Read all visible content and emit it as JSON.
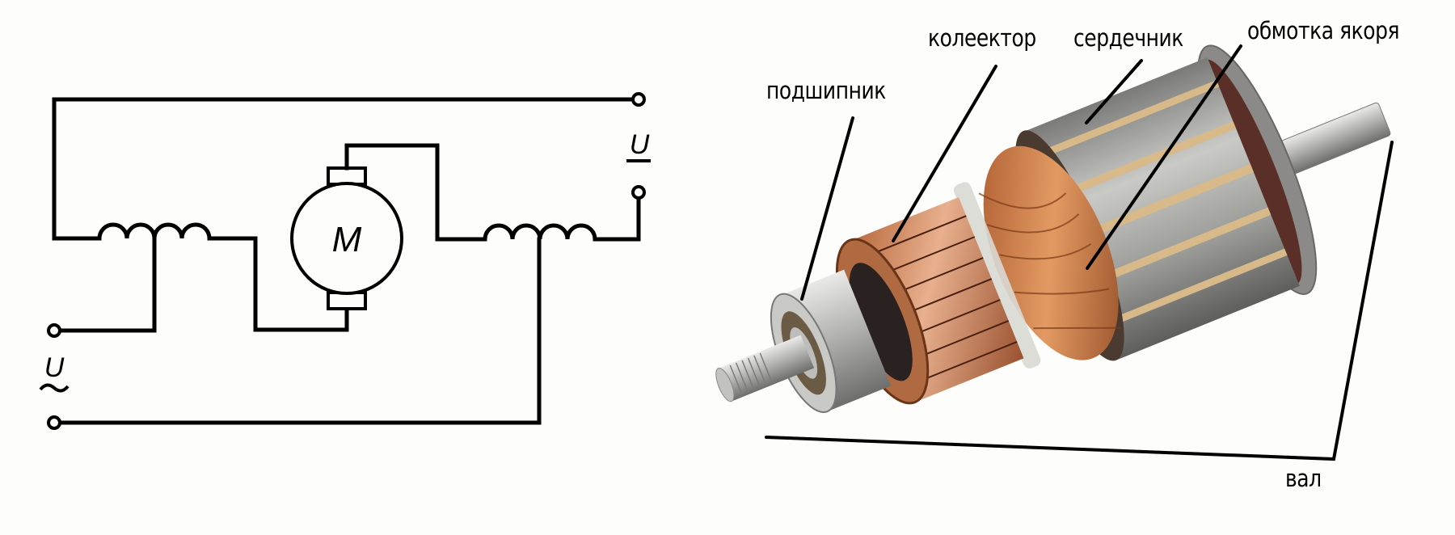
{
  "schematic": {
    "motor_symbol": "M",
    "dc_terminal_label": "U",
    "dc_symbol": "—",
    "ac_terminal_label": "U",
    "ac_symbol": "~"
  },
  "armature_photo": {
    "labels": {
      "bearing": "подшипник",
      "commutator": "колеектор",
      "core": "сердечник",
      "winding": "обмотка якоря",
      "shaft": "вал"
    },
    "colors": {
      "copper": "#c8794a",
      "steel": "#a8a8a6",
      "insulation": "#d8b98a",
      "background": "#fdfdfb"
    }
  }
}
